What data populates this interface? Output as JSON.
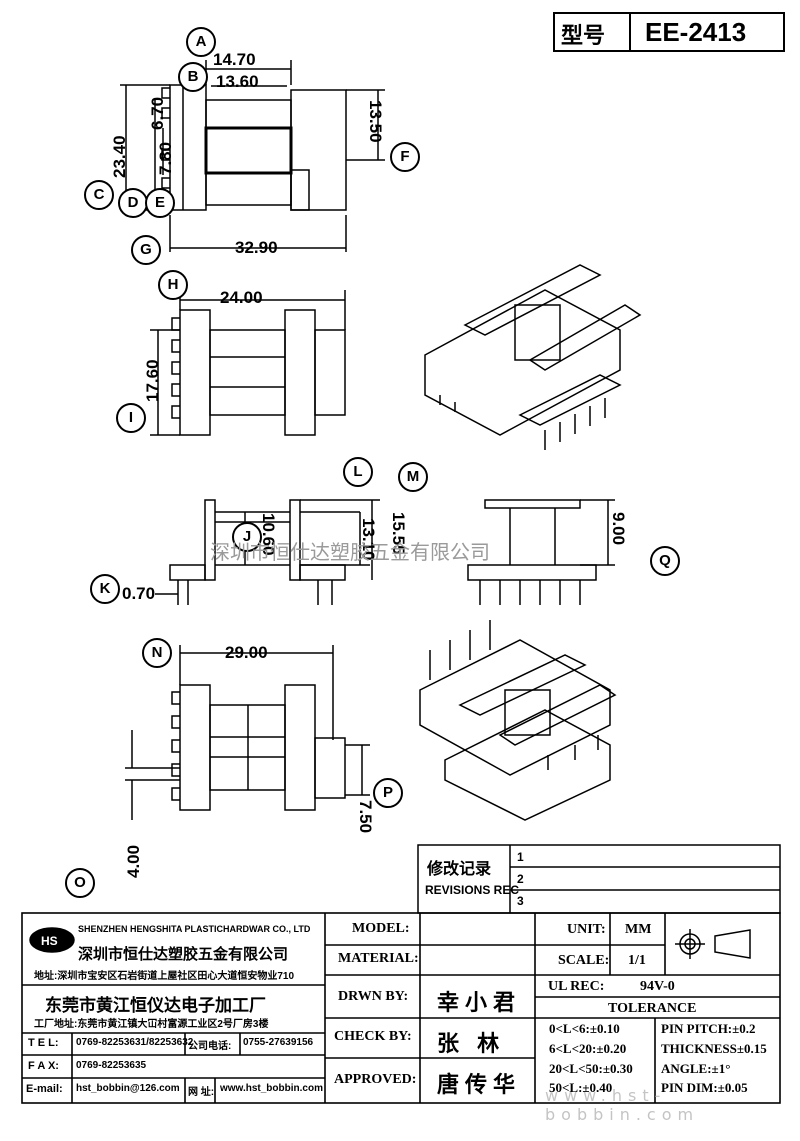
{
  "header": {
    "model_label": "型号",
    "model_value": "EE-2413"
  },
  "callouts": [
    "A",
    "B",
    "C",
    "D",
    "E",
    "F",
    "G",
    "H",
    "I",
    "J",
    "K",
    "L",
    "M",
    "N",
    "O",
    "P",
    "Q"
  ],
  "dimensions": {
    "view1": {
      "d1": "14.70",
      "d2": "13.60",
      "d3": "6.70",
      "d4": "7.80",
      "d5": "23.40",
      "d6": "13.50",
      "d7": "32.90"
    },
    "view2": {
      "d1": "24.00",
      "d2": "17.60"
    },
    "view3": {
      "d1": "10.60",
      "d2": "13.10",
      "d3": "15.55",
      "d4": "0.70"
    },
    "view4": {
      "d1": "9.00"
    },
    "view5": {
      "d1": "29.00",
      "d2": "4.00",
      "d3": "7.50"
    }
  },
  "watermark": "深圳市恒仕达塑胶五金有限公司",
  "watermark2": "www.hst-bobbin.com",
  "revisions": {
    "label_cn": "修改记录",
    "label_en": "REVISIONS REC",
    "marks": [
      "1",
      "2",
      "3"
    ]
  },
  "company": {
    "name_en": "SHENZHEN HENGSHITA PLASTICHARDWAR CO., LTD",
    "name_cn": "深圳市恒仕达塑胶五金有限公司",
    "address_cn": "地址:深圳市宝安区石岩街道上屋社区田心大道恒安物业710",
    "factory_cn": "东莞市黄江恒仪达电子加工厂",
    "factory_addr": "工厂地址:东莞市黄江镇大冚村富源工业区2号厂房3楼",
    "tel_label": "T E L:",
    "tel": "0769-82253631/82253632",
    "company_phone_label": "公司电话:",
    "company_phone": "0755-27639156",
    "fax_label": "F A X:",
    "fax": "0769-82253635",
    "email_label": "E-mail:",
    "email": "hst_bobbin@126.com",
    "web_label": "网 址:",
    "web": "www.hst_bobbin.com"
  },
  "titleblock": {
    "model_label": "MODEL:",
    "material_label": "MATERIAL:",
    "drwn_label": "DRWN BY:",
    "drwn_value": "幸小君",
    "check_label": "CHECK BY:",
    "check_value": "张  林",
    "approved_label": "APPROVED:",
    "approved_value": "唐传华",
    "unit_label": "UNIT:",
    "unit_value": "MM",
    "scale_label": "SCALE:",
    "scale_value": "1/1",
    "ulrec_label": "UL REC:",
    "ulrec_value": "94V-0",
    "tolerance_label": "TOLERANCE",
    "tol1": "0<L<6:±0.10",
    "tol2": "6<L<20:±0.20",
    "tol3": "20<L<50:±0.30",
    "tol4": "50<L:±0.40",
    "pin_pitch": "PIN PITCH:±0.2",
    "thickness": "THICKNESS±0.15",
    "angle": "ANGLE:±1°",
    "pin_dim": "PIN DIM:±0.05"
  }
}
